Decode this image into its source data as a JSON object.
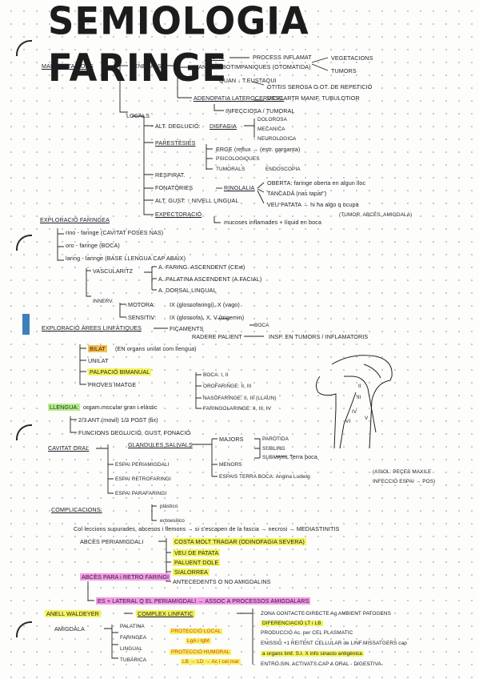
{
  "title": "SEMIOLOGIA FARINGE",
  "manifestacions": {
    "heading": "MANIFESTACIONS",
    "generals": "GENERALS",
    "febre": "FEBRE",
    "febre_note": "PROCESS INFLAMAT",
    "manif_tubo": "MANIF. TUBOTIMPANIQUES (OTOMATIDA)",
    "vegetacions": "VEGETACIONS",
    "tumors": "TUMORS",
    "quan_t": "QUAN ↓ T.EUSTAQUI",
    "otitis": "OTITIS SEROSA O OT. DE REPETICIÓ",
    "adenopatia": "ADENOPATIA LATEROCERVICAL",
    "descartar": "DESCARTR MANIF. TUBULOTIOR",
    "infecciosa": "INFECCIOSA / TUMORAL",
    "locals": "LOCALS",
    "alt_deglucio": "ALT. DEGLUCIÓ:",
    "disfagia": "DISFAGIA",
    "dolorosa": "DOLOROSA",
    "mecanica": "MECANICA",
    "neurologica": "NEUROLOGICA",
    "parestesies": "PARESTÈSIES",
    "erge": "ERGE (reflux → (estr. garganta)",
    "psicologiques": "PSICOLOGIQUES",
    "tumorals": "TUMORALS",
    "endoscopia": "ENDOSCOPIA",
    "respirat": "RESPIRAT.",
    "fonatories": "FONATÒRIES",
    "rinolalia": "RINOLALIA",
    "oberta": "OBERTA: faringe oberta en algun lloc",
    "tancada": "TANCADA (nas tapat\")",
    "veu_patata": "VEU PATATA → hi ha algo q ocupa",
    "tumor_abces": "(TUMOR, ABCÈS, AMIGDALA)",
    "alt_gust": "ALT. GUST: ↑ NIVELL LINGUAL",
    "expectoracio": "EXPECTORACIÓ",
    "mucoses": "mucoses inflamades + líquid en boca"
  },
  "exploracio": {
    "heading": "EXPLORACIÓ FARINGEA",
    "rino": "rino - faringe (CAVITAT FOSES NAS)",
    "oro": "oro - faringe (BOCA)",
    "larin": "laring - laringe (BASE LLENGUA CAP ABAIX)",
    "vasculari": "VASCULARITZ",
    "art_faring": "A. FARING. ASCENDENT (CExt)",
    "art_palatina": "A. PALATINA ASCENDENT (A.FACIAL)",
    "art_dorsal": "A. DORSAL LINGUAL",
    "innerv": "INNERV.",
    "motora": "MOTORA:",
    "motora_val": "IX (glossofaringi), X (vago)",
    "sensitiv": "SENSITIV:",
    "sensitiv_val": "IX (glossofa), X, V (trigemin)",
    "boca": "BOCA"
  },
  "arees": {
    "heading": "EXPLORACIÓ ÀREES LINFÀTIQUES",
    "ficaments": "FICAMENTS",
    "radere": "RADERE PALIENT",
    "insp": "INSP. EN TUMORS / INFLAMATORIS",
    "bilat": "BILAT",
    "bilat_note": "(EN organs unilat com llengua)",
    "unilat": "UNILAT",
    "palpacio": "PALPACIÓ BIMANUAL",
    "proves": "PROVES IMATGE",
    "boca_nodes": "BOCA: I, II",
    "orofaringe": "OROFARINGE: II, III",
    "nasofaringe": "NASOFARINGE: II, III (LLAUN)",
    "faringolaringe": "FARINGOLARINGE: II, III, IV"
  },
  "neck_labels": [
    "II",
    "III",
    "IV",
    "VI",
    "V"
  ],
  "llengua": {
    "label": "LLENGUA:",
    "desc": "orgam mscular gran i elàstic",
    "ant_post": "2/3 ANT (movil) 1/3 POST (fix)",
    "funcions": "FUNCIONS DEGLUCIÓ, GUST, FONACIÓ"
  },
  "cavitat": {
    "label": "CAVITAT ORAL",
    "glandules": "GLANDULES SALIVALS",
    "majors": "MAJORS",
    "parotida": "PARÒTIDA",
    "submaxil": "SUBLING",
    "submand": "SUBMAXIL",
    "terra_boca": "Terra boca",
    "espai_periamig": "ESPAI PERIAMIGDALI",
    "menors": "MENORS",
    "espai_retro": "ESPAI RETROFARINGI",
    "espais_terra": "ESPAIS TERRA BOCA: Angina Ludwig",
    "asiol": "(ASIOL: PEÇES MAXILE",
    "infeccio": "INFECCIÓ ESPAI → POS)",
    "espai_para": "ESPAI PARAFARINGI"
  },
  "complicacions": {
    "heading": "COMPLICACIONS:",
    "plastico": "plástico",
    "ectoesilico": "ectoesilico",
    "col_lecions": "Col·leccions supurades, abcesos i flemons → si s'escapen de la fascia → necrosi → MEDIASTINITIS",
    "abces_periamig": "ABCÈS PERIAMIGDALI",
    "costa": "COSTA MOLT TRAGAR (ODINOFAGIA SEVERA)",
    "veu_patata": "VEU DE PATATA",
    "paluent": "PALUENT DOLE",
    "sialorrea": "SIALORREA",
    "abces_para": "ABCÈS PARA i RETRO FARINGI",
    "antecedents": "ANTECEDENTS O NO AMIGDALINS",
    "es_lateral": "ES + LATERAL Q EL PERIAMIGDALI → ASSOC A PROCESSOS AMIGDALARS"
  },
  "waldeyer": {
    "anell": "ANELL WALDEYER",
    "complex": "COMPLEX LINFATIC",
    "amigdala": "AMIGDALA",
    "palatina": "PALATINA",
    "faringea": "FARINGEA",
    "lingual": "LINGUAL",
    "tubarica": "TUBÀRICA",
    "proteccio_local": "PROTECCIÓ LOCAL",
    "lga": "LgA i IgM",
    "proteccio_humoral": "PROTECCIÓ HUMORAL",
    "lb_ld": "LB → LD → Ac i cel.mar",
    "zona": "ZONA CONTACTE DIRECTE Ag AMBIENT PATOGENS",
    "diferenciacio": "DIFERENCIACIÓ LT i LB",
    "produccio": "PRODUCCIÓ Ac. per CEL PLASMATIC",
    "enissio": "ENISSIÓ +1 REITENT CELLULAR de LINF.MISSATGERS cap",
    "organs": "a organs limf. S.I. X info sinacio antigènica",
    "entero": "ENTRÓ SIN. ACTIVATS CAP A ORAL - DIGESTIVA"
  },
  "colors": {
    "highlight_orange": "#fbbf4c",
    "highlight_yellow": "#f3f45a",
    "highlight_green": "#b8ed8b",
    "highlight_pink": "#f59ae8",
    "ink_red": "#e33232"
  }
}
